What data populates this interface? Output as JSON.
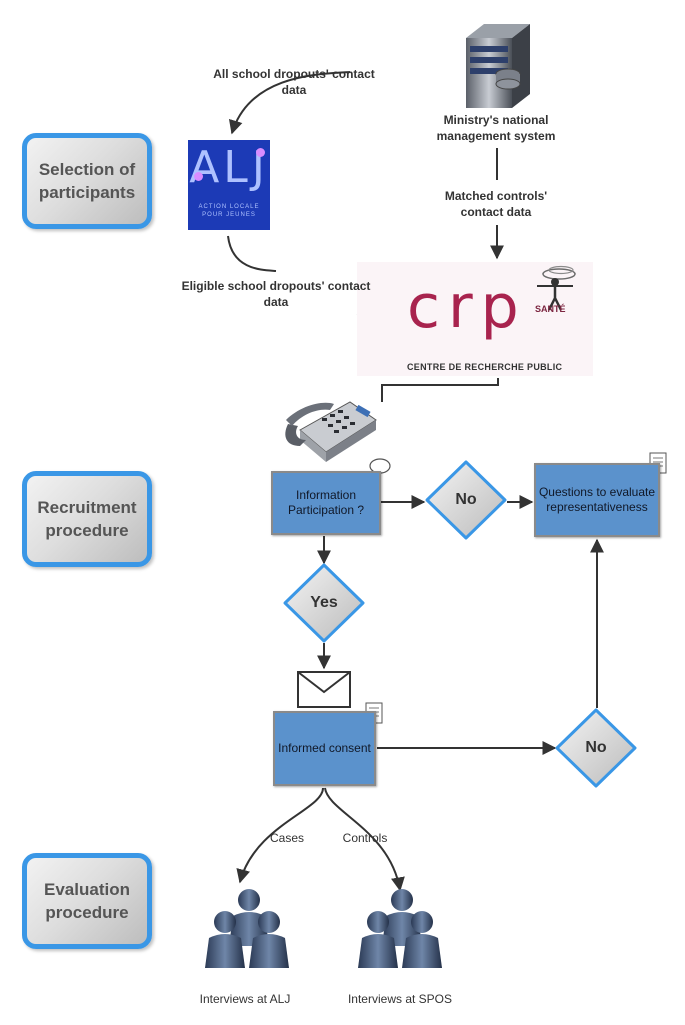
{
  "phases": {
    "selection": "Selection of participants",
    "recruitment": "Recruitment procedure",
    "evaluation": "Evaluation procedure"
  },
  "labels": {
    "all_dropouts": "All school dropouts' contact data",
    "ministry": "Ministry's national management system",
    "matched_controls": "Matched controls' contact data",
    "eligible_dropouts": "Eligible school dropouts' contact data",
    "cases": "Cases",
    "controls": "Controls",
    "interviews_alj": "Interviews at ALJ",
    "interviews_spos": "Interviews at SPOS"
  },
  "logos": {
    "alj_title": "ALJ",
    "alj_subtitle_1": "ACTION LOCALE",
    "alj_subtitle_2": "POUR JEUNES",
    "crp_word": "crp",
    "crp_sante": "SANTÉ",
    "crp_name": "CENTRE DE RECHERCHE PUBLIC"
  },
  "nodes": {
    "information": "Information Participation ?",
    "questions": "Questions to evaluate representativeness",
    "informed_consent": "Informed consent",
    "no_top": "No",
    "yes": "Yes",
    "no_bottom": "No"
  },
  "colors": {
    "phase_border": "#3a97e6",
    "process_fill": "#5b92cc",
    "diamond_border": "#3a97e6",
    "alj_blue": "#1c3ab6",
    "crp_red": "#a8234e"
  },
  "icons": [
    "server-icon",
    "telephone-icon",
    "envelope-icon",
    "speech-bubble-icon",
    "note-icon",
    "people-group-icon"
  ]
}
